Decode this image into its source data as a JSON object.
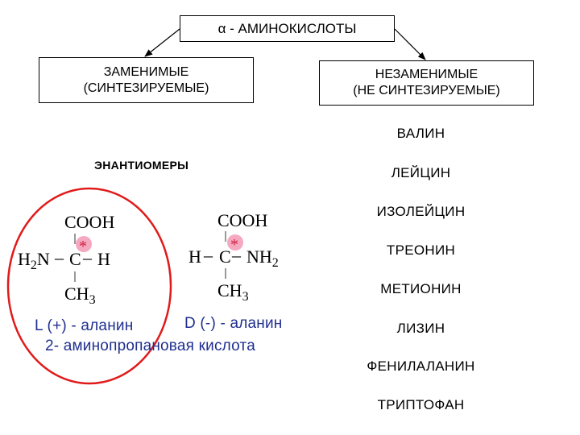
{
  "title": "α - АМИНОКИСЛОТЫ",
  "replaceable": {
    "line1": "ЗАМЕНИМЫЕ",
    "line2": "(СИНТЕЗИРУЕМЫЕ)"
  },
  "essential": {
    "line1": "НЕЗАМЕНИМЫЕ",
    "line2": "(НЕ СИНТЕЗИРУЕМЫЕ)"
  },
  "essential_list": [
    "ВАЛИН",
    "ЛЕЙЦИН",
    "ИЗОЛЕЙЦИН",
    "ТРЕОНИН",
    "МЕТИОНИН",
    "ЛИЗИН",
    "ФЕНИЛАЛАНИН",
    "ТРИПТОФАН"
  ],
  "enantiomers_label": "ЭНАНТИОМЕРЫ",
  "l_alanine": {
    "cooh": "COOH",
    "h2n": "H2N",
    "dash": "–",
    "c": "C",
    "h": "H",
    "ch3": "CH3",
    "label": "L (+) - аланин"
  },
  "d_alanine": {
    "cooh": "COOH",
    "h": "H",
    "dash": "–",
    "c": "C",
    "nh2": "NH2",
    "ch3": "CH3",
    "label": "D (-) - аланин"
  },
  "iupac_name": "2- аминопропановая кислота",
  "colors": {
    "circle": "#e01b1b",
    "label": "#1f2f8f",
    "chiral_dot": "#f5a9c0",
    "chiral_star": "#d02040"
  }
}
